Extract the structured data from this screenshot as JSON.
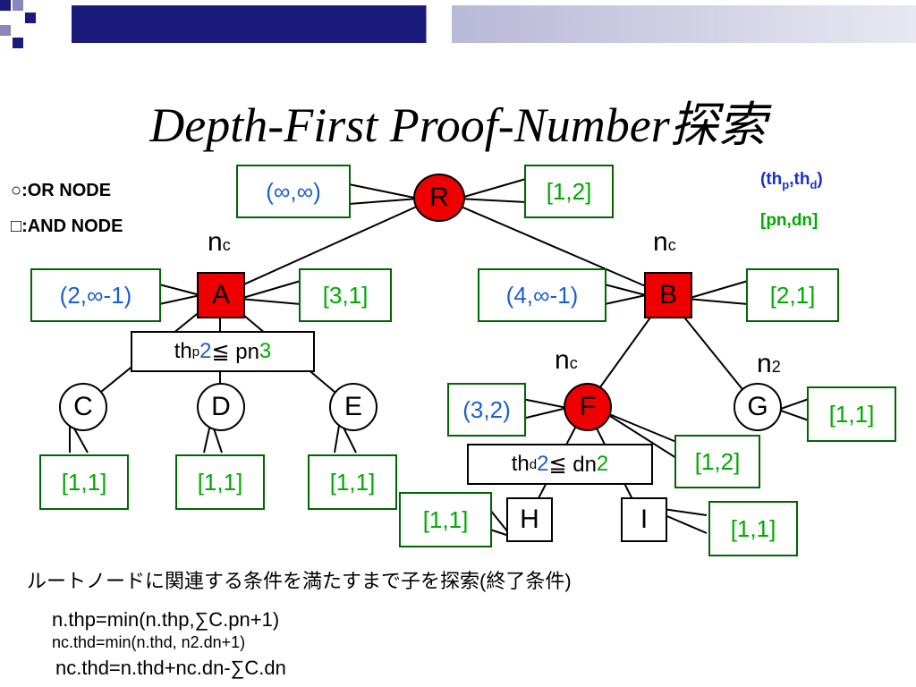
{
  "title": "Depth-First Proof-Number探索",
  "legend": {
    "or_node": "○:OR NODE",
    "and_node": "□:AND NODE"
  },
  "notation": {
    "th_label": "(thp,thd)",
    "pn_label": "[pn,dn]"
  },
  "nodes": {
    "R": "R",
    "A": "A",
    "B": "B",
    "C": "C",
    "D": "D",
    "E": "E",
    "F": "F",
    "G": "G",
    "H": "H",
    "I": "I"
  },
  "node_labels": {
    "n_left": "n",
    "n_left_sub": "c",
    "n_right": "n",
    "n_right_sub": "c",
    "nc_F": "n",
    "nc_F_sub": "c",
    "n2_G": "n",
    "n2_G_sub": "2"
  },
  "callouts": {
    "R_th": "(∞,∞)",
    "R_pn": "[1,2]",
    "A_th": "(2,∞-1)",
    "A_pn": "[3,1]",
    "B_th": "(4,∞-1)",
    "B_pn": "[2,1]",
    "F_th": "(3,2)",
    "F_pn": "[1,2]",
    "G_pn": "[1,1]",
    "C_pn": "[1,1]",
    "D_pn": "[1,1]",
    "E_pn": "[1,1]",
    "H_pn": "[1,1]",
    "I_pn": "[1,1]"
  },
  "conditions": {
    "A": {
      "prefix": "th",
      "sub": "p",
      "num": "2",
      "rel": " ≦ pn ",
      "val": "3"
    },
    "F": {
      "prefix": "th",
      "sub": "d",
      "num": "2",
      "rel": " ≦ dn ",
      "val": "2"
    }
  },
  "bottom_text": "ルートノードに関連する条件を満たすまで子を探索(終了条件)",
  "formulas": {
    "line1": "n.thp=min(n.thp,∑C.pn+1)",
    "line2": "nc.thd=min(n.thd, n2.dn+1)",
    "line3": "nc.thd=n.thd+nc.dn-∑C.dn"
  }
}
